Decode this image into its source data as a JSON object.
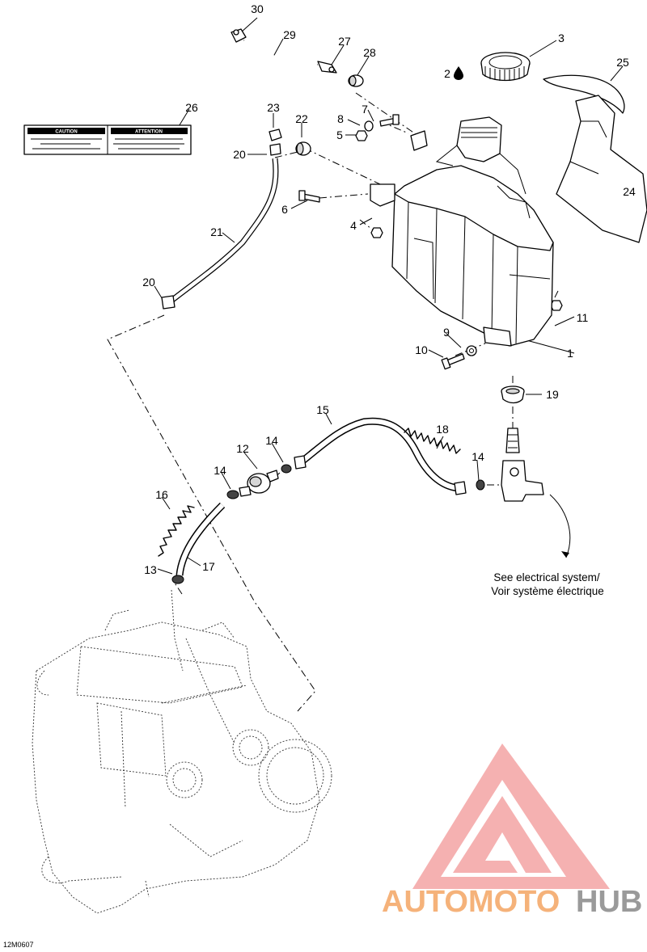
{
  "callouts": [
    {
      "id": "c1",
      "label": "1"
    },
    {
      "id": "c2",
      "label": "2"
    },
    {
      "id": "c3",
      "label": "3"
    },
    {
      "id": "c4",
      "label": "4"
    },
    {
      "id": "c5",
      "label": "5"
    },
    {
      "id": "c6",
      "label": "6"
    },
    {
      "id": "c7",
      "label": "7"
    },
    {
      "id": "c8",
      "label": "8"
    },
    {
      "id": "c9",
      "label": "9"
    },
    {
      "id": "c10",
      "label": "10"
    },
    {
      "id": "c11",
      "label": "11"
    },
    {
      "id": "c12",
      "label": "12"
    },
    {
      "id": "c13",
      "label": "13"
    },
    {
      "id": "c14a",
      "label": "14"
    },
    {
      "id": "c14b",
      "label": "14"
    },
    {
      "id": "c14c",
      "label": "14"
    },
    {
      "id": "c15",
      "label": "15"
    },
    {
      "id": "c16",
      "label": "16"
    },
    {
      "id": "c17",
      "label": "17"
    },
    {
      "id": "c18",
      "label": "18"
    },
    {
      "id": "c19",
      "label": "19"
    },
    {
      "id": "c20a",
      "label": "20"
    },
    {
      "id": "c20b",
      "label": "20"
    },
    {
      "id": "c21",
      "label": "21"
    },
    {
      "id": "c22",
      "label": "22"
    },
    {
      "id": "c23",
      "label": "23"
    },
    {
      "id": "c24",
      "label": "24"
    },
    {
      "id": "c25",
      "label": "25"
    },
    {
      "id": "c26",
      "label": "26"
    },
    {
      "id": "c27",
      "label": "27"
    },
    {
      "id": "c28",
      "label": "28"
    },
    {
      "id": "c29",
      "label": "29"
    },
    {
      "id": "c30",
      "label": "30"
    }
  ],
  "note": {
    "line1": "See electrical system/",
    "line2": "Voir système électrique"
  },
  "drawing_code": "12M0607",
  "decal": {
    "left_title": "CAUTION",
    "right_title": "ATTENTION"
  },
  "watermark": {
    "part1": "AUTOMOTO",
    "part2": "HUB",
    "color_primary": "#f08c8c",
    "color_secondary": "#f5b88a",
    "color_tertiary": "#9a9a9a"
  }
}
